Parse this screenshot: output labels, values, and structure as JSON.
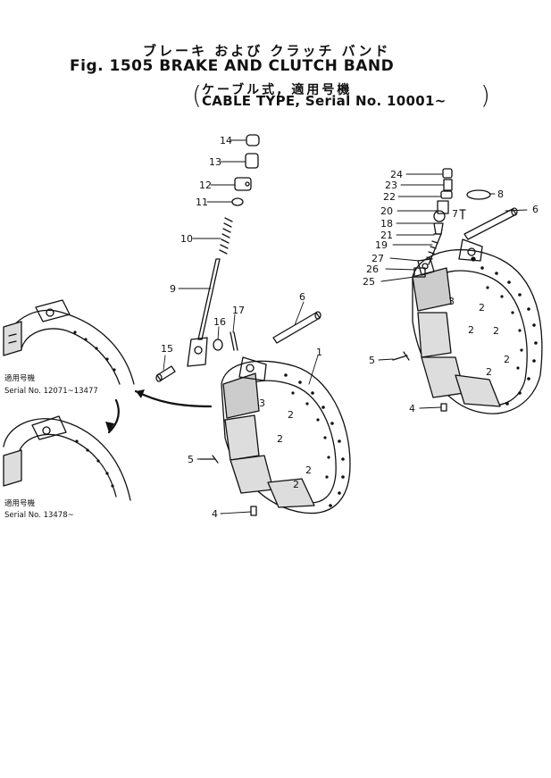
{
  "header": {
    "title_jp": "ブレーキ および クラッチ バンド",
    "title": "Fig. 1505 BRAKE AND CLUTCH BAND",
    "subtitle_jp": "ケーブル式, 適用号機",
    "subtitle": "CABLE TYPE, Serial No. 10001~",
    "paren_open": "(",
    "paren_close": ")"
  },
  "insets": {
    "upper": {
      "label_jp": "適用号機",
      "serial": "Serial No. 12071~13477"
    },
    "lower": {
      "label_jp": "適用号機",
      "serial": "Serial No. 13478~"
    }
  },
  "callouts": {
    "c1": "1",
    "c2": "2",
    "c3": "3",
    "c4": "4",
    "c5": "5",
    "c6": "6",
    "c7": "7",
    "c8": "8",
    "c9": "9",
    "c10": "10",
    "c11": "11",
    "c12": "12",
    "c13": "13",
    "c14": "14",
    "c15": "15",
    "c16": "16",
    "c17": "17",
    "c18": "18",
    "c19": "19",
    "c20": "20",
    "c21": "21",
    "c22": "22",
    "c23": "23",
    "c24": "24",
    "c25": "25",
    "c26": "26",
    "c27": "27"
  },
  "colors": {
    "ink": "#111111",
    "paper": "#ffffff"
  }
}
